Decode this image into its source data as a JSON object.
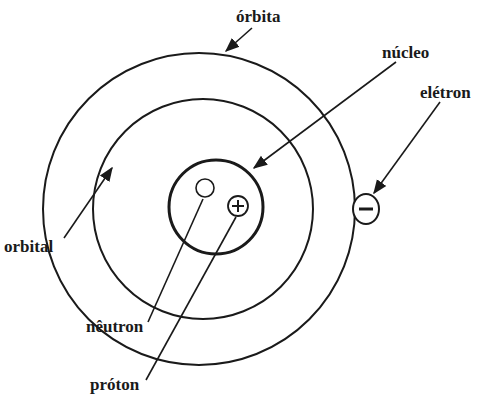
{
  "diagram": {
    "labels": [
      "órbita",
      "núcleo",
      "elétron",
      "orbital",
      "nêutron",
      "próton"
    ]
  }
}
